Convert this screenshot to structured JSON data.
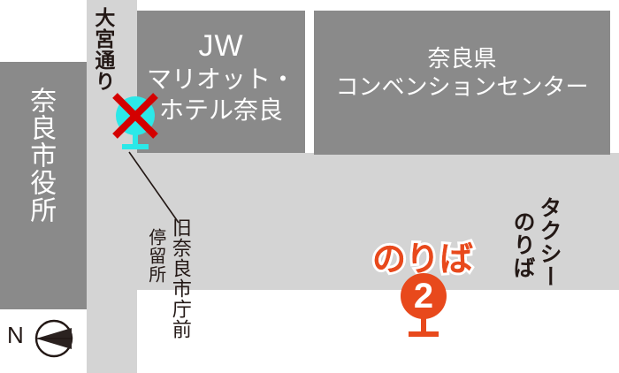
{
  "map": {
    "title": "Nara bus stop location map",
    "colors": {
      "background": "#ffffff",
      "building_fill": "#8a8a8a",
      "road_fill": "#d4d4d4",
      "building_label": "#ffffff",
      "map_text": "#231815",
      "bus_stop_marker": "#2ce8e8",
      "cancel_cross": "#d40000",
      "noriba_accent": "#e8491c",
      "noriba_outline": "#ffffff",
      "compass_ink": "#231815"
    }
  },
  "buildings": [
    {
      "id": "cityhall",
      "label": "奈良市役所",
      "orientation": "vertical"
    },
    {
      "id": "jw",
      "label_line1": "JW",
      "label_line2": "マリオット・",
      "label_line3": "ホテル奈良",
      "orientation": "horizontal"
    },
    {
      "id": "convention",
      "label_line1": "奈良県",
      "label_line2": "コンベンションセンター",
      "orientation": "horizontal"
    }
  ],
  "roads": [
    {
      "id": "omiya",
      "label": "大宮通り",
      "orientation": "vertical"
    }
  ],
  "annotations": {
    "old_cityhall_stop": "旧奈良市庁前",
    "bus_stop_suffix": "停留所",
    "taxi_stand_col1": "タクシー",
    "taxi_stand_col2": "のりば"
  },
  "markers": {
    "cancelled_stop": {
      "name": "bus-stop-cancelled",
      "icon": "bus-stop-pin-icon",
      "cross": "red-x-cancel-icon"
    },
    "noriba": {
      "label": "のりば",
      "number": "2",
      "icon": "bus-stop-pin-icon"
    }
  },
  "compass": {
    "letter": "N",
    "icon": "compass-needle-icon"
  }
}
